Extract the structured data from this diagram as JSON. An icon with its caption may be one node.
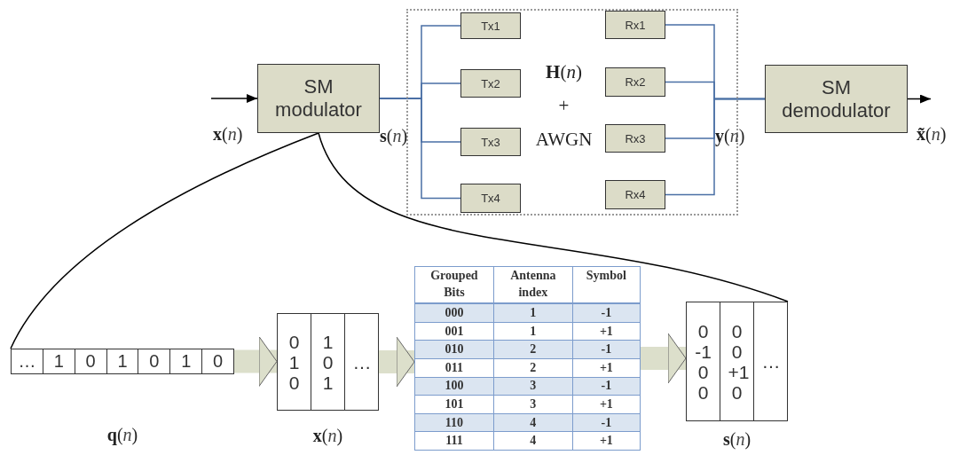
{
  "diagram": {
    "nodes": [
      {
        "text": [
          "SM modulator"
        ]
      },
      {
        "text": [
          "**H**(*n*) + AWGN"
        ]
      },
      {
        "text": [
          "Tx1"
        ],
        "in": 1
      },
      {
        "text": [
          "Tx2"
        ],
        "in": 1
      },
      {
        "text": [
          "Tx3"
        ],
        "in": 1
      },
      {
        "text": [
          "Tx4"
        ],
        "in": 1
      },
      {
        "text": [
          "Rx1"
        ],
        "in": 1
      },
      {
        "text": [
          "Rx2"
        ],
        "in": 1
      },
      {
        "text": [
          "Rx3"
        ],
        "in": 1
      },
      {
        "text": [
          "Rx4"
        ],
        "in": 1
      },
      {
        "text": [
          "SM demodulator"
        ]
      },
      {
        "text": [
          "…",
          "1",
          "0",
          "1",
          "0",
          "1",
          "0"
        ],
        "beside": [
          "**q**(*n*)"
        ]
      },
      {
        "text": [
          "0 1 0",
          "1 0 1",
          "…"
        ],
        "beside": [
          "**x**(*n*)"
        ]
      },
      {
        "text": [
          "Grouped Bits",
          "Antenna index",
          "Symbol",
          "000",
          "1",
          "-1",
          "001",
          "1",
          "+1",
          "010",
          "2",
          "-1",
          "011",
          "2",
          "+1",
          "100",
          "3",
          "-1",
          "101",
          "3",
          "+1",
          "110",
          "4",
          "-1",
          "111",
          "4",
          "+1"
        ]
      },
      {
        "text": [
          "0 -1 0 0",
          "0 0 +1 0",
          "…"
        ],
        "beside": [
          "**s**(*n*)"
        ]
      }
    ],
    "edges": [
      {
        "from": null,
        "to": 0,
        "arrow": "to",
        "color": "#000000"
      },
      {
        "from": 0,
        "to": 2,
        "arrow": "none"
      },
      {
        "from": 0,
        "to": 3,
        "arrow": "none"
      },
      {
        "from": 0,
        "to": 4,
        "arrow": "none"
      },
      {
        "from": 0,
        "to": 5,
        "arrow": "none"
      },
      {
        "from": 6,
        "to": 10,
        "arrow": "none"
      },
      {
        "from": 7,
        "to": 10,
        "arrow": "none"
      },
      {
        "from": 8,
        "to": 10,
        "arrow": "none"
      },
      {
        "from": 9,
        "to": 10,
        "arrow": "none"
      },
      {
        "from": 10,
        "to": null,
        "arrow": "to",
        "color": "#000000"
      },
      {
        "from": 0,
        "to": 11,
        "arrow": "none",
        "color": "#000000"
      },
      {
        "from": 0,
        "to": 14,
        "arrow": "none",
        "color": "#000000"
      },
      {
        "from": 11,
        "to": 12,
        "arrow": "to",
        "style": "thick",
        "color": "#dcdfcb"
      },
      {
        "from": 12,
        "to": 13,
        "arrow": "to",
        "style": "thick",
        "color": "#dcdfcb"
      },
      {
        "from": 13,
        "to": 14,
        "arrow": "to",
        "style": "thick",
        "color": "#dcdfcb"
      }
    ],
    "labels": [
      "**x**(*n*)",
      "**s**(*n*)",
      "**y**(*n*)",
      "**x̃**(*n*)"
    ]
  }
}
